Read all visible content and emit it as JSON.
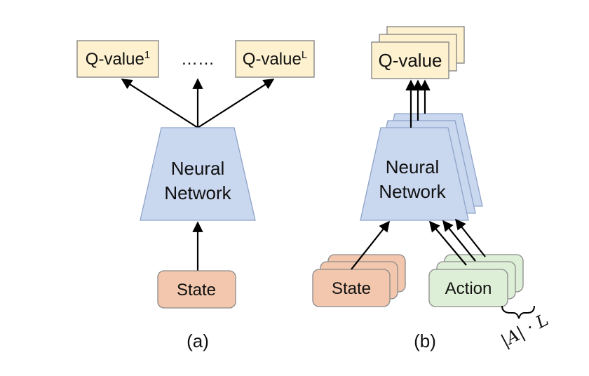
{
  "panel_a": {
    "q_first_label": "Q-value",
    "q_first_sup": "1",
    "dots": "……",
    "q_last_label": "Q-value",
    "q_last_sup": "L",
    "nn_line1": "Neural",
    "nn_line2": "Network",
    "state_label": "State",
    "caption": "(a)"
  },
  "panel_b": {
    "q_label": "Q-value",
    "nn_line1": "Neural",
    "nn_line2": "Network",
    "state_label": "State",
    "action_label": "Action",
    "brace_label": "|A| · L",
    "caption": "(b)"
  },
  "colors": {
    "q_box": "#fdf1cf",
    "neural_network": "#c9d7ef",
    "state": "#f2c7ad",
    "action": "#deefd7"
  }
}
